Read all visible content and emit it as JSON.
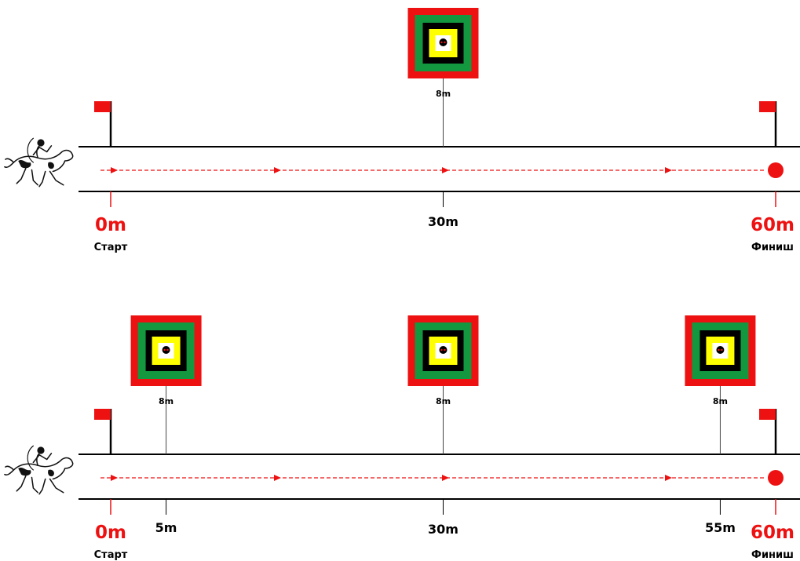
{
  "colors": {
    "red": "#ee1111",
    "green": "#13973f",
    "black": "#000000",
    "yellow": "#ffff00",
    "track": "#000000",
    "arrow": "#ee1111"
  },
  "icons": {
    "rider": "horse-archer-icon",
    "flag": "flag-icon",
    "target": "target-icon",
    "finish": "finish-dot-icon"
  },
  "tracks": [
    {
      "start": {
        "distance": "0m",
        "label": "Старт"
      },
      "finish": {
        "distance": "60m",
        "label": "Финиш"
      },
      "midpoint_label": "30m",
      "targets": [
        {
          "position_m": 30,
          "height_label": "8m",
          "distance_label": ""
        }
      ]
    },
    {
      "start": {
        "distance": "0m",
        "label": "Старт"
      },
      "finish": {
        "distance": "60m",
        "label": "Финиш"
      },
      "midpoint_label": "30m",
      "targets": [
        {
          "position_m": 5,
          "height_label": "8m",
          "distance_label": "5m"
        },
        {
          "position_m": 30,
          "height_label": "8m",
          "distance_label": ""
        },
        {
          "position_m": 55,
          "height_label": "8m",
          "distance_label": "55m"
        }
      ]
    }
  ]
}
